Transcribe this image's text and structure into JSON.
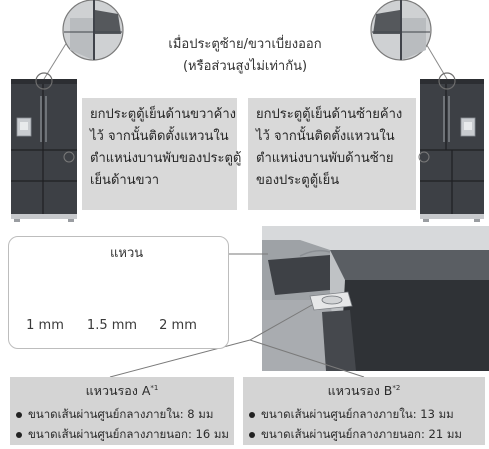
{
  "caption": {
    "line1": "เมื่อประตูซ้าย/ขวาเบี่ยงออก",
    "line2": "(หรือส่วนสูงไม่เท่ากัน)"
  },
  "left_box": {
    "lines": [
      "ยกประตูตู้เย็นด้านขวาค้าง",
      "ไว้ จากนั้นติดตั้งแหวนใน",
      "ตำแหน่งบานพับของประตูตู้",
      "เย็นด้านขวา"
    ]
  },
  "right_box": {
    "lines": [
      "ยกประตูตู้เย็นด้านซ้ายค้าง",
      "ไว้ จากนั้นติดตั้งแหวนใน",
      "ตำแหน่งบานพับด้านซ้าย",
      "ของประตูตู้เย็น"
    ]
  },
  "rings": {
    "title": "แหวน",
    "items": [
      {
        "label": "1 mm"
      },
      {
        "label": "1.5 mm"
      },
      {
        "label": "2 mm"
      }
    ]
  },
  "spacers": [
    {
      "title": "แหวนรอง A",
      "footnote": "*1",
      "items": [
        "ขนาดเส้นผ่านศูนย์กลางภายใน: 8 มม",
        "ขนาดเส้นผ่านศูนย์กลางภายนอก: 16 มม"
      ]
    },
    {
      "title": "แหวนรอง B",
      "footnote": "*2",
      "items": [
        "ขนาดเส้นผ่านศูนย์กลางภายใน: 13 มม",
        "ขนาดเส้นผ่านศูนย์กลางภายนอก: 21 มม"
      ]
    }
  ],
  "colors": {
    "fridge": "#3d4045",
    "box": "#d9d9d9",
    "spacer_box": "#d4d4d4"
  }
}
